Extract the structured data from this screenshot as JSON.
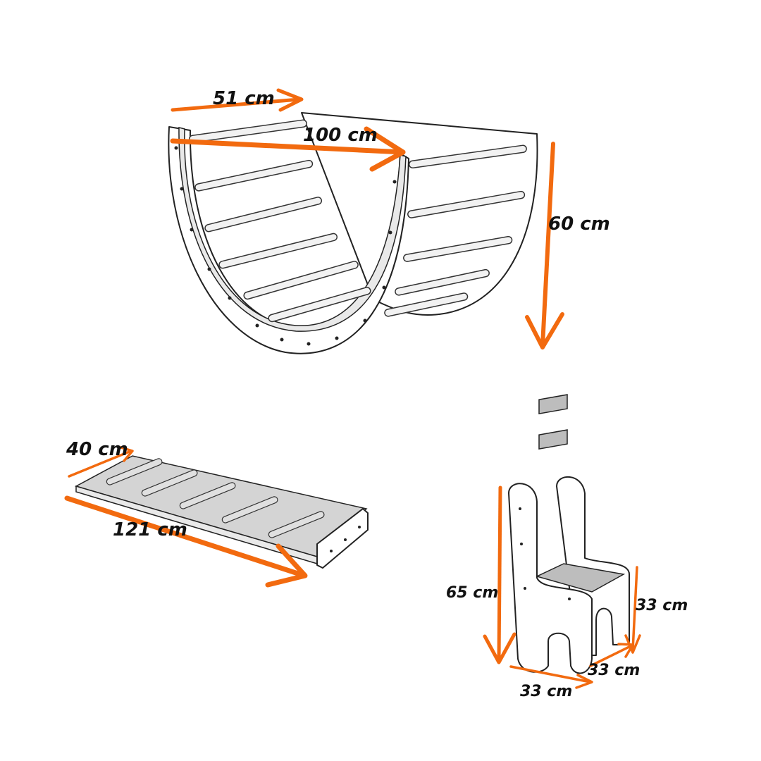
{
  "accent_color": "#f26a0f",
  "arch": {
    "depth_label": "51 cm",
    "length_label": "100 cm",
    "height_label": "60 cm"
  },
  "ramp": {
    "width_label": "40 cm",
    "length_label": "121 cm"
  },
  "chair": {
    "height_label": "65 cm",
    "seat_height_label": "33 cm",
    "depth_label": "33 cm",
    "width_label": "33 cm"
  }
}
